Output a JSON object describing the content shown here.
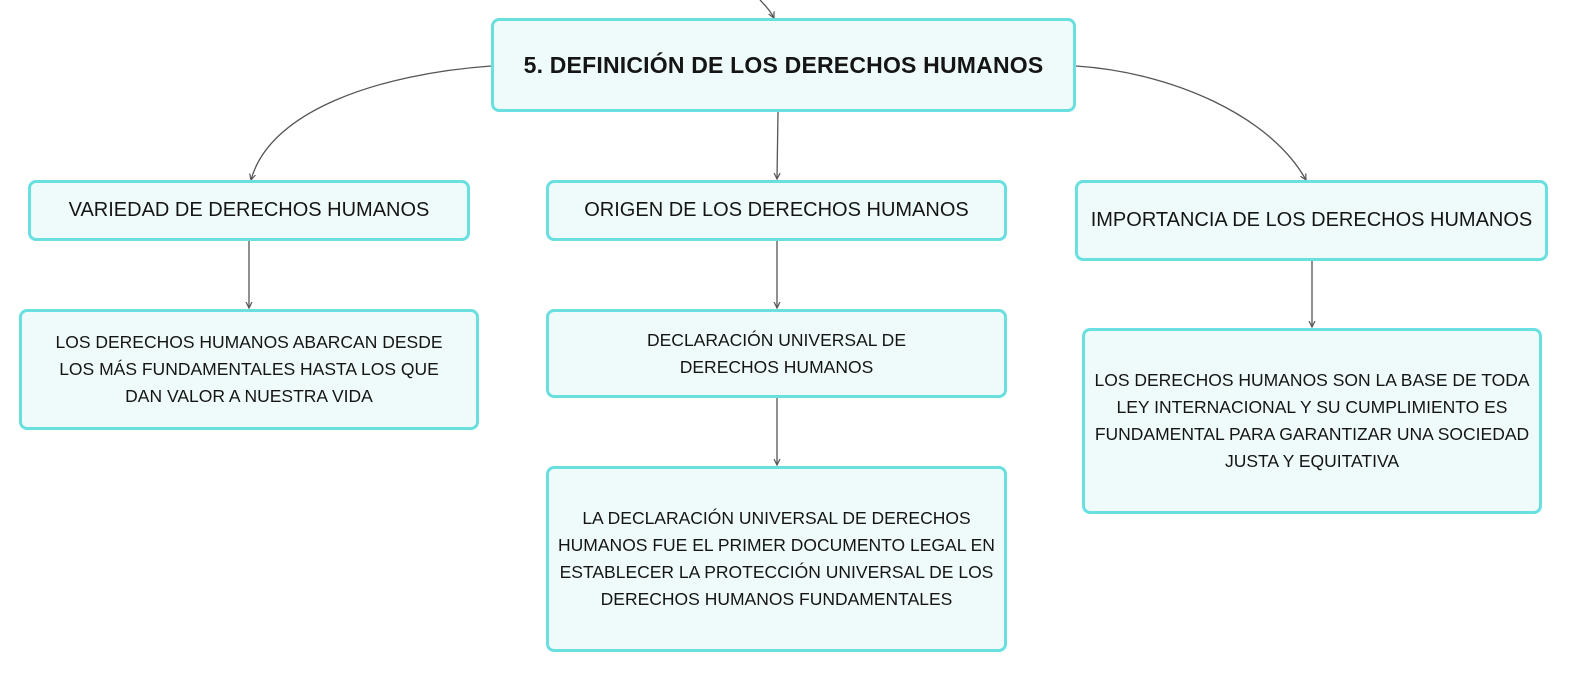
{
  "diagram": {
    "root": {
      "label": "5. DEFINICIÓN DE LOS DERECHOS HUMANOS"
    },
    "branches": [
      {
        "label": "VARIEDAD DE DERECHOS HUMANOS",
        "children": [
          "LOS DERECHOS HUMANOS ABARCAN DESDE LOS MÁS FUNDAMENTALES HASTA LOS QUE DAN VALOR A NUESTRA VIDA"
        ]
      },
      {
        "label": "ORIGEN DE LOS DERECHOS HUMANOS",
        "children": [
          "DECLARACIÓN UNIVERSAL DE DERECHOS HUMANOS",
          "LA DECLARACIÓN UNIVERSAL DE DERECHOS HUMANOS FUE EL PRIMER DOCUMENTO LEGAL EN ESTABLECER LA PROTECCIÓN UNIVERSAL DE LOS DERECHOS HUMANOS FUNDAMENTALES"
        ]
      },
      {
        "label": "IMPORTANCIA DE LOS DERECHOS HUMANOS",
        "children": [
          "LOS DERECHOS HUMANOS SON LA BASE DE TODA LEY INTERNACIONAL Y SU CUMPLIMIENTO ES FUNDAMENTAL PARA GARANTIZAR UNA SOCIEDAD JUSTA Y EQUITATIVA"
        ]
      }
    ],
    "colors": {
      "node_border": "#6adfe0",
      "node_fill": "#effbfa",
      "connector": "#555555",
      "text": "#151515"
    }
  }
}
